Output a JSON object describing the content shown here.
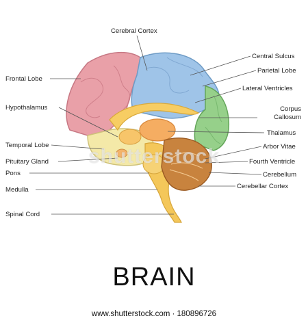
{
  "title": "BRAIN",
  "footer": "www.shutterstock.com · 180896726",
  "watermark": "shutterstock",
  "labels": {
    "cerebral_cortex": "Cerebral Cortex",
    "frontal_lobe": "Frontal Lobe",
    "hypothalamus": "Hypothalamus",
    "temporal_lobe": "Temporal Lobe",
    "pituitary_gland": "Pituitary Gland",
    "pons": "Pons",
    "medulla": "Medulla",
    "spinal_cord": "Spinal Cord",
    "central_sulcus": "Central Sulcus",
    "parietal_lobe": "Parietal Lobe",
    "lateral_ventricles": "Lateral Ventricles",
    "corpus": "Corpus",
    "callosum": "Callosum",
    "thalamus": "Thalamus",
    "arbor_vitae": "Arbor Vitae",
    "fourth_ventricle": "Fourth Ventricle",
    "cerebellum": "Cerebellum",
    "cerebellar_cortex": "Cerebellar Cortex"
  },
  "colors": {
    "frontal": "#e9a0a8",
    "parietal": "#9fc4e8",
    "occipital": "#96d08a",
    "temporal": "#f4e9a8",
    "cerebellum": "#c8833e",
    "brainstem": "#f4c75a",
    "corpus": "#f7cd63",
    "thalamus": "#f5ad62"
  }
}
